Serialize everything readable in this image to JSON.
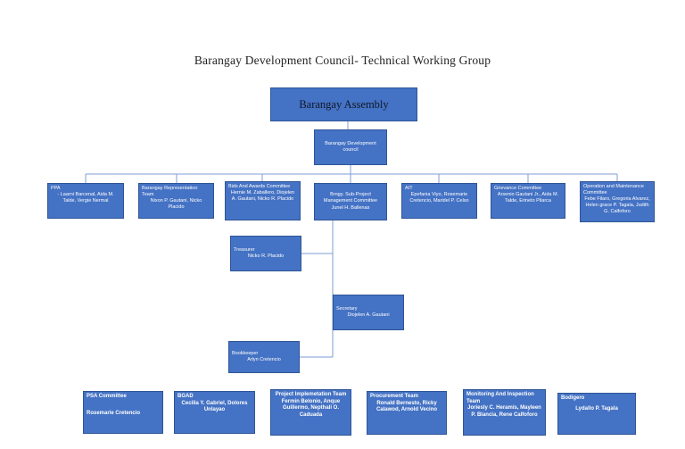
{
  "page_title": "Barangay Development Council- Technical Working Group",
  "colors": {
    "box_fill": "#4472C4",
    "box_border": "#2F5597",
    "connector": "#7E9ED6",
    "assembly_text": "#111827",
    "member_text": "#ffffff"
  },
  "nodes": {
    "assembly": {
      "label": "Barangay Assembly"
    },
    "council": {
      "title": "Barangay Development council"
    },
    "ppa": {
      "title": "PPA",
      "members": "- Laarni Barcenal, Aida M. Talde, Vergie Nermal"
    },
    "representation": {
      "title": "Barangay Representation Team",
      "members": "Nixon P. Gautani, Nicko Placido"
    },
    "bids": {
      "title": "Bids And Awards Committee",
      "members": "Hernie M. Zaballero, Diojelen A. Gautani, Nicko R. Placido"
    },
    "subproject": {
      "title": "Brngy. Sub-Project Management Committee",
      "members": "Junel H. Ballenas"
    },
    "ait": {
      "title": "AIT",
      "members": "Epefania Viyo, Rosemarie Cretencio, Maridel P. Celso"
    },
    "grievance": {
      "title": "Grievance Committee",
      "members": "Arsenio Gautani Jr., Aida M. Talde, Erineto Pilarca"
    },
    "operation": {
      "title": "Operation and Maintenance Committee",
      "members": "Febe Filaro, Gregoria Alvarez, Helen grace P. Tagala, Judith G. Calfoforo"
    },
    "treasurer": {
      "title": "Treasurer",
      "members": "Nicko R. Placido"
    },
    "secretary": {
      "title": "Secretary",
      "members": "Diojelen A. Gautani"
    },
    "bookkeeper": {
      "title": "Bookkeeper",
      "members": "Arlyn Cretencio"
    },
    "psa": {
      "title": "PSA Committee",
      "members": "Rosemarie Cretencio"
    },
    "bgad": {
      "title": "BGAD",
      "members": "Cecilia  Y. Gabriel, Dolores Unlayao"
    },
    "implementation": {
      "title": "Project Implemetation Team",
      "members": "Fermin Belonio, Anque Guillermo, Nepthali O. Caduada"
    },
    "procurement": {
      "title": "Procurement Team",
      "members": "Ronald Bernesto, Ricky Calawod, Arnold Vecino"
    },
    "monitoring": {
      "title": "Monitoring And Inspection Team",
      "members": "Joriesly C. Heramis, Mayleen P. Blancia,  Rene Calfoforo"
    },
    "bodigero": {
      "title": "Bodigero",
      "members": "Lydallo P. Tagala"
    }
  }
}
